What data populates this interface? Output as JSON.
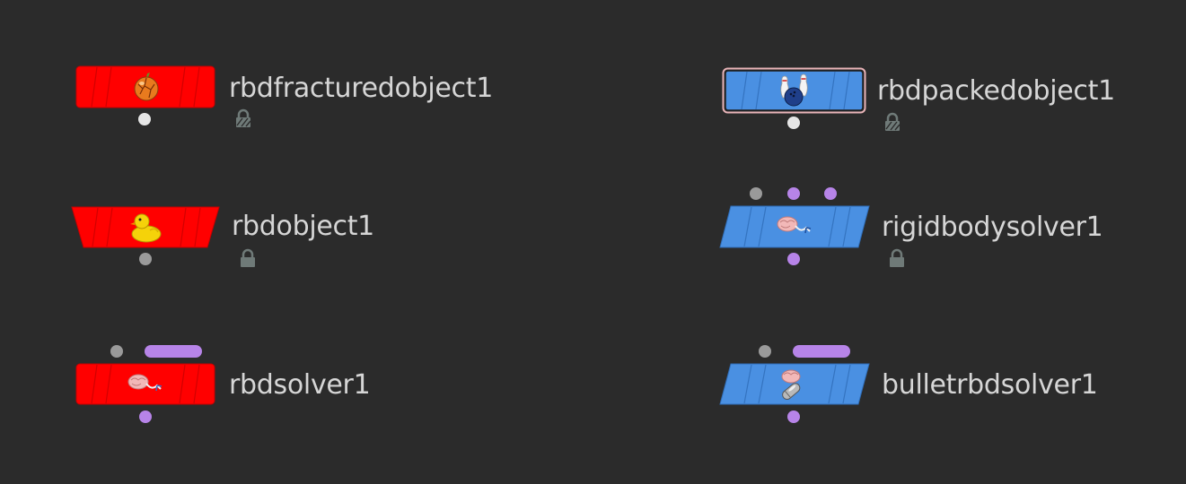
{
  "colors": {
    "background": "#2b2b2b",
    "node_red": "#ff0000",
    "node_blue": "#4a90e2",
    "selection_outline": "#e8b4b8",
    "connector_white": "#e6e6e6",
    "connector_gray": "#9a9a9a",
    "connector_purple": "#b784e8",
    "label_text": "#d6d6d6",
    "lock_icon": "#6f7a78"
  },
  "nodes": [
    {
      "name": "rbdfracturedobject1",
      "color": "red",
      "shape": "rect",
      "icon": "fractured-apple-icon",
      "locked": true,
      "selected": false
    },
    {
      "name": "rbdobject1",
      "color": "red",
      "shape": "trapezoid",
      "icon": "rubber-duck-icon",
      "locked": true,
      "selected": false
    },
    {
      "name": "rbdsolver1",
      "color": "red",
      "shape": "rect",
      "icon": "brain-solver-icon",
      "locked": false,
      "selected": false
    },
    {
      "name": "rbdpackedobject1",
      "color": "blue",
      "shape": "rect",
      "icon": "bowling-icon",
      "locked": true,
      "selected": true
    },
    {
      "name": "rigidbodysolver1",
      "color": "blue",
      "shape": "parallelogram",
      "icon": "brain-solver-icon",
      "locked": true,
      "selected": false
    },
    {
      "name": "bulletrbdsolver1",
      "color": "blue",
      "shape": "parallelogram",
      "icon": "brain-bullet-icon",
      "locked": false,
      "selected": false
    }
  ]
}
